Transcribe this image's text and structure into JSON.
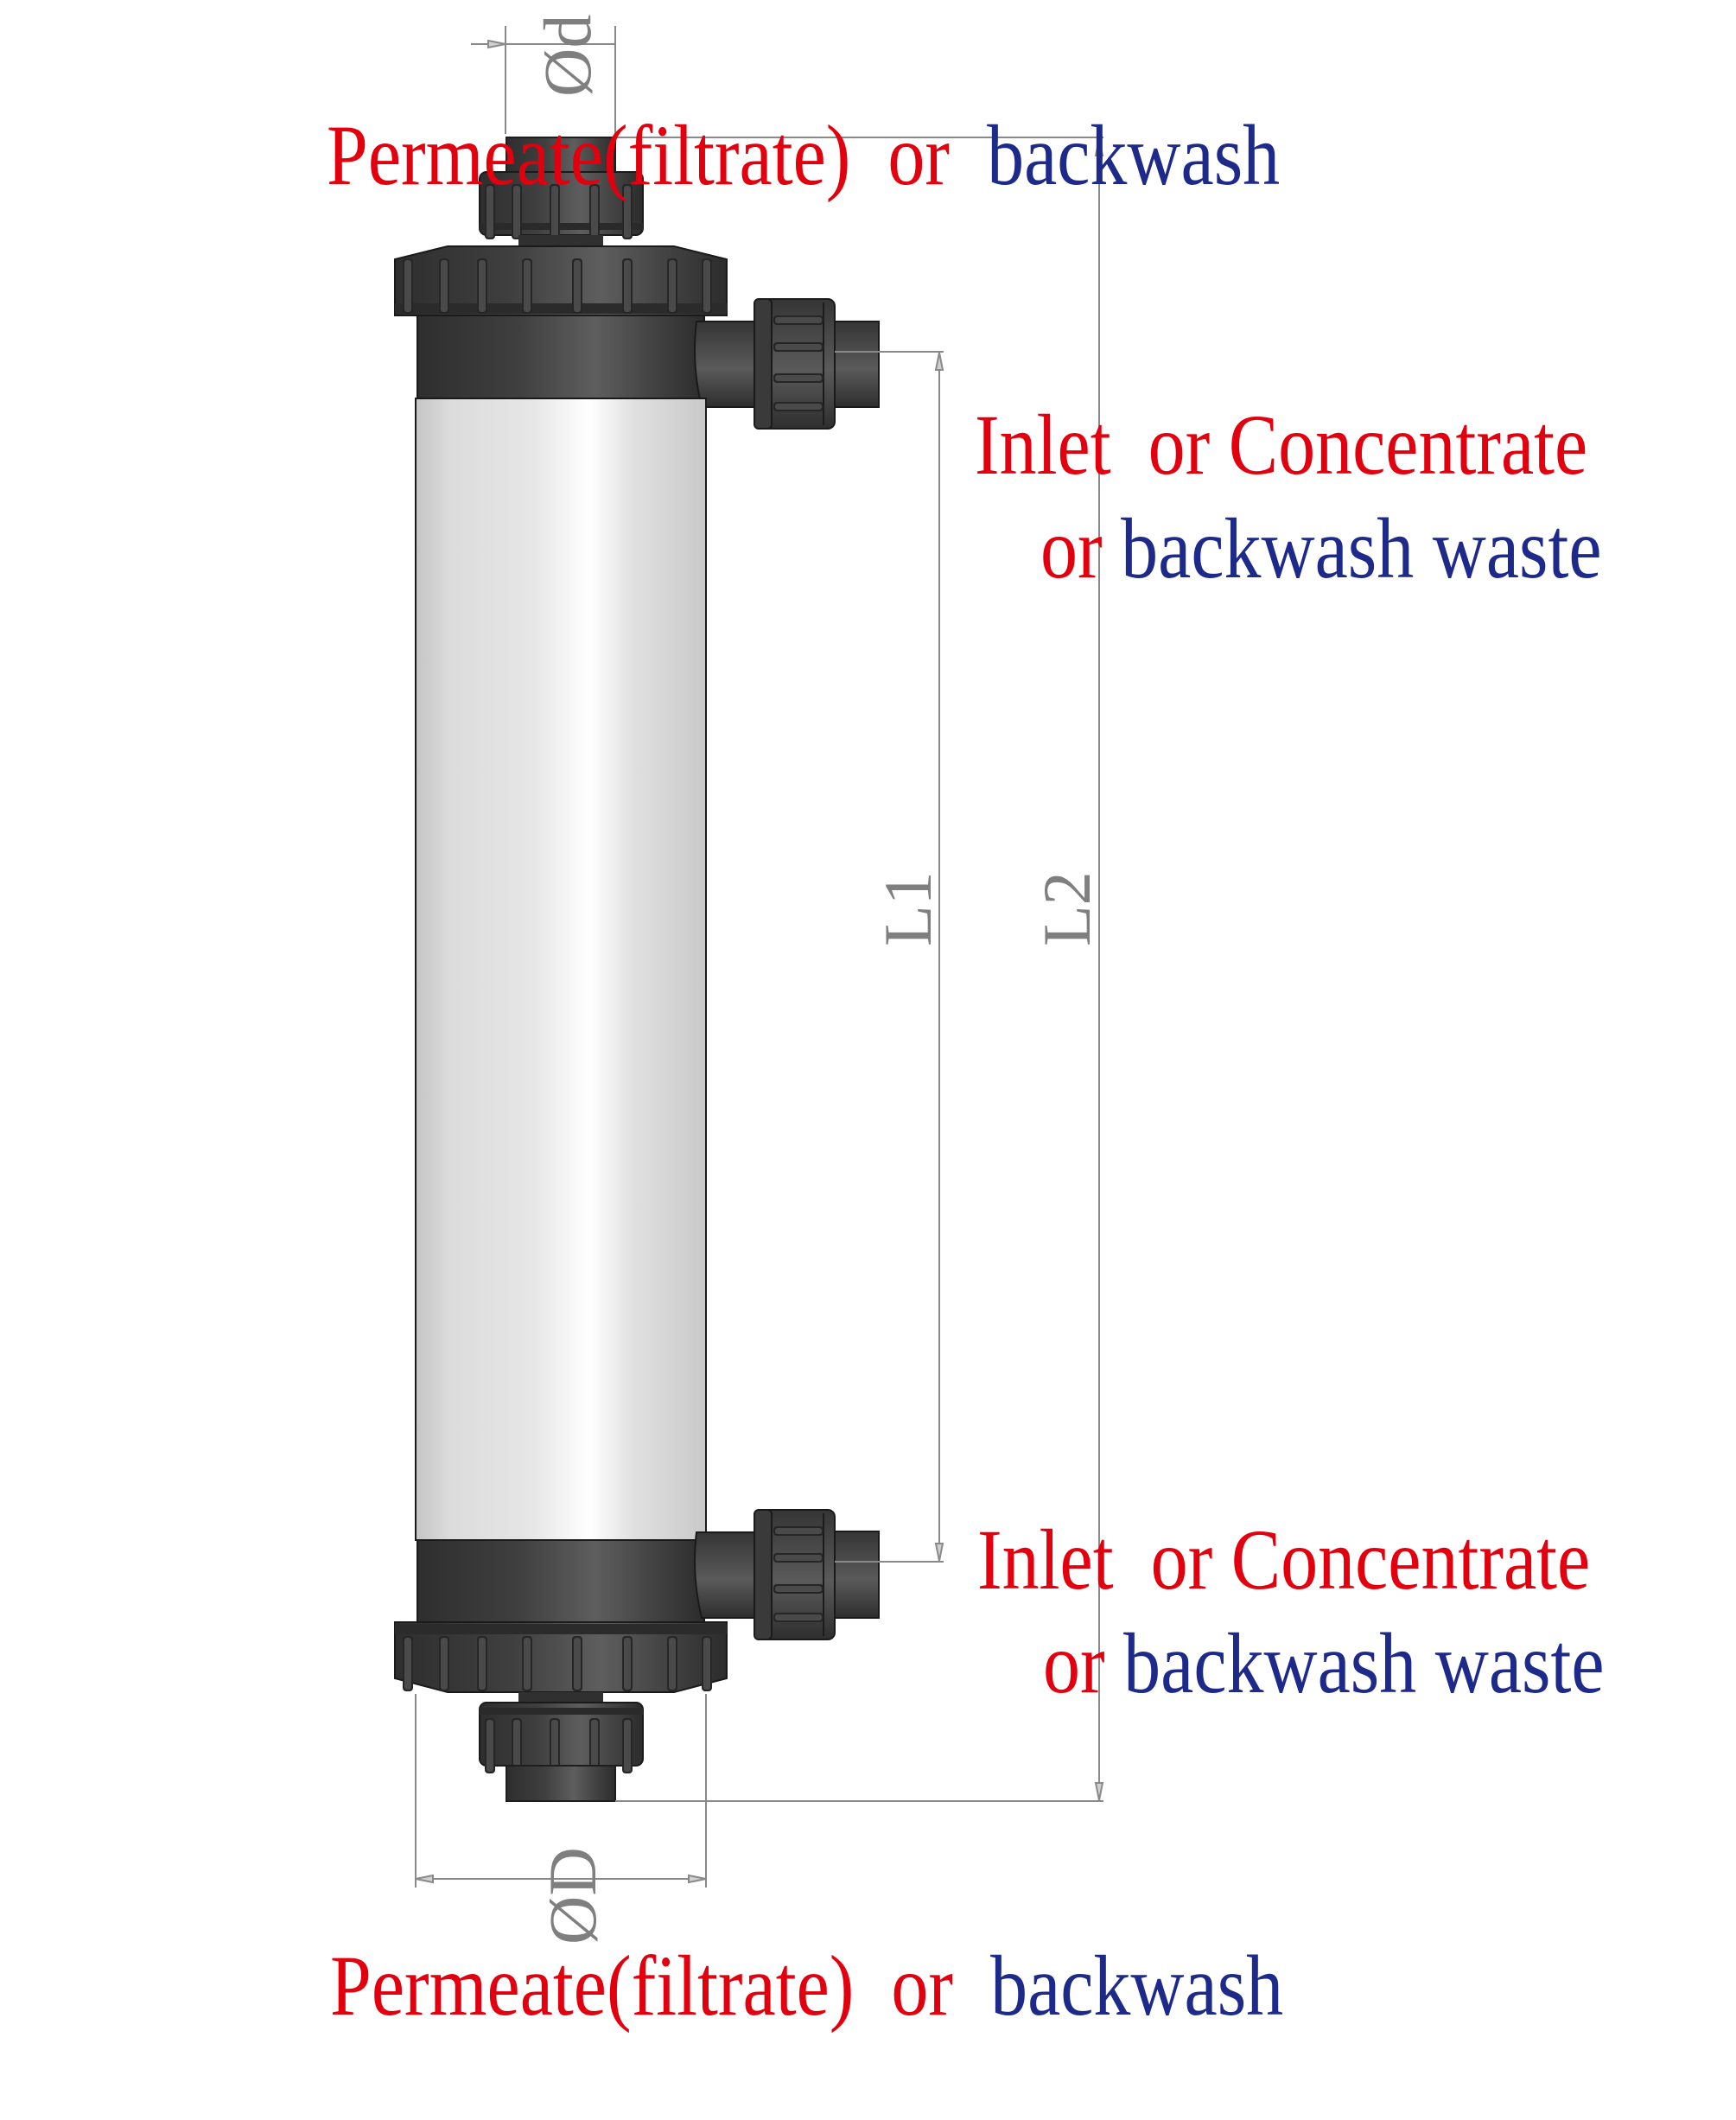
{
  "diagram": {
    "title": "Ultrafiltration membrane module — port connections and dimensions",
    "colors": {
      "primary_label": "#e2000f",
      "secondary_label": "#1e2a8a",
      "dimension": "#808080",
      "housing_dark": "#3c3c3c",
      "body_light": "#e4e4e4"
    },
    "labels": {
      "top_port": {
        "part1": "Permeate(filtrate)",
        "part2": "  or  ",
        "part3": "backwash"
      },
      "upper_side_port": {
        "line1": "Inlet  or Concentrate",
        "line2_part1": "or ",
        "line2_part2": "backwash waste"
      },
      "lower_side_port": {
        "line1": "Inlet  or Concentrate",
        "line2_part1": "or ",
        "line2_part2": "backwash waste"
      },
      "bottom_port": {
        "part1": "Permeate(filtrate)",
        "part2": "  or  ",
        "part3": "backwash"
      }
    },
    "dimensions": {
      "pipe_diameter": "Ød",
      "body_diameter": "ØD",
      "port_spacing": "L1",
      "overall_length": "L2"
    }
  }
}
